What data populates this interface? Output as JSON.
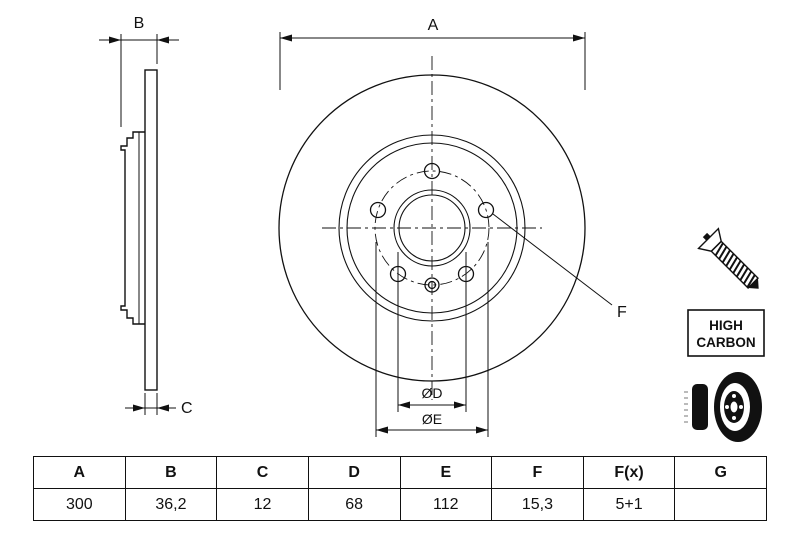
{
  "drawing": {
    "labels": {
      "a": "A",
      "b": "B",
      "c": "C",
      "d": "ØD",
      "e": "ØE",
      "f": "F"
    },
    "badge": {
      "line1": "HIGH",
      "line2": "CARBON"
    }
  },
  "table": {
    "headers": [
      "A",
      "B",
      "C",
      "D",
      "E",
      "F",
      "F(x)",
      "G"
    ],
    "values": [
      "300",
      "36,2",
      "12",
      "68",
      "112",
      "15,3",
      "5+1",
      ""
    ]
  }
}
